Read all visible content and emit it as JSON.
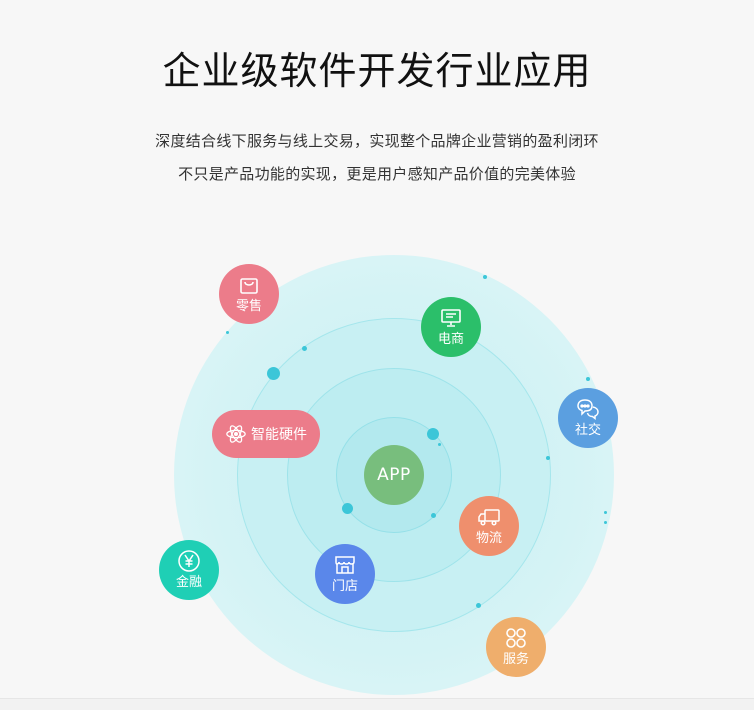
{
  "header": {
    "title": "企业级软件开发行业应用",
    "subtitle_line1": "深度结合线下服务与线上交易，实现整个品牌企业营销的盈利闭环",
    "subtitle_line2": "不只是产品功能的实现，更是用户感知产品价值的完美体验"
  },
  "diagram": {
    "center_label": "APP",
    "nodes": [
      {
        "label": "零售",
        "icon": "shopping-bag-icon",
        "color": "#ec7c8a"
      },
      {
        "label": "电商",
        "icon": "monitor-icon",
        "color": "#2bbf6a"
      },
      {
        "label": "社交",
        "icon": "chat-bubbles-icon",
        "color": "#5b9fe0"
      },
      {
        "label": "智能硬件",
        "icon": "atom-icon",
        "color": "#ec7c8a"
      },
      {
        "label": "物流",
        "icon": "truck-icon",
        "color": "#ef8f6d"
      },
      {
        "label": "金融",
        "icon": "yen-icon",
        "color": "#1fcfb5"
      },
      {
        "label": "门店",
        "icon": "storefront-icon",
        "color": "#5a87ea"
      },
      {
        "label": "服务",
        "icon": "grid-apps-icon",
        "color": "#efae6c"
      }
    ],
    "colors": {
      "center": "#78be7d",
      "ring": "#c8f0f3",
      "dot": "#3cc6d8"
    }
  }
}
